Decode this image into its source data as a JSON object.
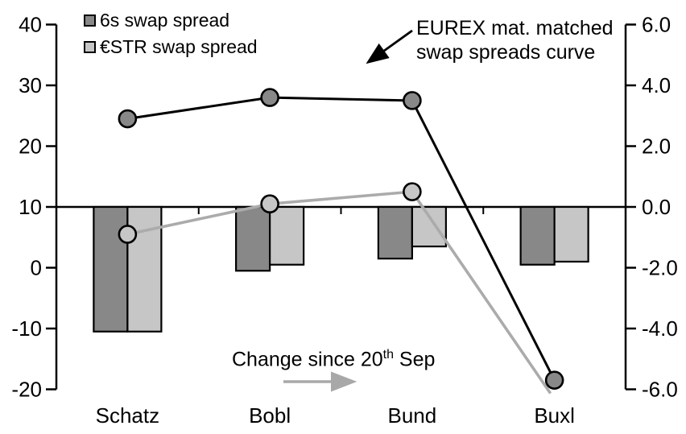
{
  "chart_data": {
    "type": "combo (bar + line)",
    "categories": [
      "Schatz",
      "Bobl",
      "Bund",
      "Buxl"
    ],
    "bar_series": [
      {
        "name": "6s swap spread",
        "color": "#888888",
        "axis": "right",
        "values": [
          -4.1,
          -2.1,
          -1.7,
          -1.9
        ]
      },
      {
        "name": "€STR swap spread",
        "color": "#c6c6c6",
        "axis": "right",
        "values": [
          -4.1,
          -1.9,
          -1.3,
          -1.8
        ]
      }
    ],
    "line_series": [
      {
        "name": "€STR swap spread curve",
        "color": "#ababab",
        "marker_fill": "#c6c6c6",
        "axis": "right",
        "values": [
          -0.9,
          0.1,
          0.5,
          -6.0
        ],
        "last_marker_hidden": true
      },
      {
        "name": "6s swap spread curve",
        "color": "#000000",
        "marker_fill": "#888888",
        "axis": "right",
        "values": [
          2.9,
          3.6,
          3.5,
          -5.7
        ]
      }
    ],
    "left_axis": {
      "tick_labels": [
        "40",
        "30",
        "20",
        "10",
        "0",
        "-10",
        "-20"
      ],
      "tick_values": [
        40,
        30,
        20,
        10,
        0,
        -10,
        -20
      ],
      "range": [
        -20,
        40
      ],
      "baseline_value": 10
    },
    "right_axis": {
      "tick_labels": [
        "6.0",
        "4.0",
        "2.0",
        "0.0",
        "-2.0",
        "-4.0",
        "-6.0"
      ],
      "tick_values": [
        6,
        4,
        2,
        0,
        -2,
        -4,
        -6
      ],
      "range": [
        -6,
        6
      ],
      "baseline_value": 0
    },
    "grid": false,
    "legend": {
      "position": "top-left",
      "items": [
        {
          "label": "6s swap spread",
          "color": "#888888"
        },
        {
          "label": "€STR swap spread",
          "color": "#c6c6c6"
        }
      ]
    },
    "annotations": {
      "eurex": {
        "line1": "EUREX mat. matched",
        "line2": "swap spreads curve",
        "arrow": "black arrow pointing down-left to the black curve"
      },
      "change_since": {
        "text_before": "Change since 20",
        "superscript": "th",
        "text_after": " Sep",
        "arrow": "gray arrow pointing right"
      }
    }
  },
  "colors": {
    "bar_dark": "#888888",
    "bar_light": "#c6c6c6",
    "line_black": "#000000",
    "line_gray": "#ababab",
    "arrow_gray": "#a8a8a8",
    "axis": "#000000",
    "background": "#ffffff"
  }
}
